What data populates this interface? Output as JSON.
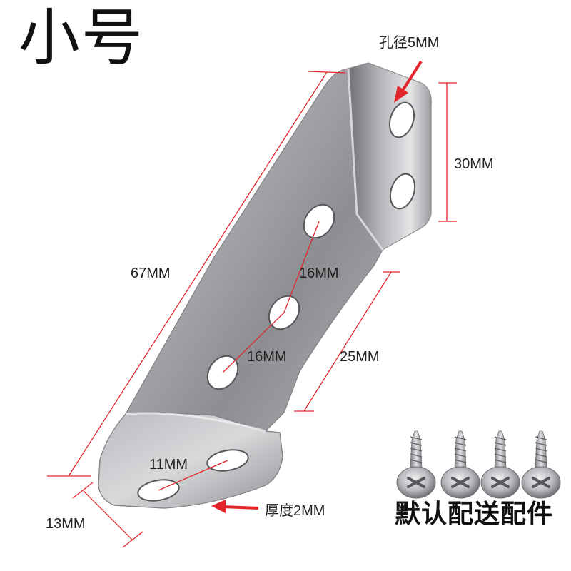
{
  "title": "小号",
  "dimensions": {
    "hole_diameter": "孔径5MM",
    "top_height": "30MM",
    "total_length": "67MM",
    "hole_spacing_upper": "16MM",
    "hole_spacing_lower": "16MM",
    "middle_length": "25MM",
    "bottom_hole_spacing": "11MM",
    "bottom_width": "13MM",
    "thickness": "厚度2MM"
  },
  "caption": "默认配送配件",
  "colors": {
    "dimension_line": "#e3262b",
    "arrow": "#e3262b",
    "text": "#222222"
  },
  "accessories": {
    "screw_count": 4,
    "icon": "screw-icon"
  }
}
